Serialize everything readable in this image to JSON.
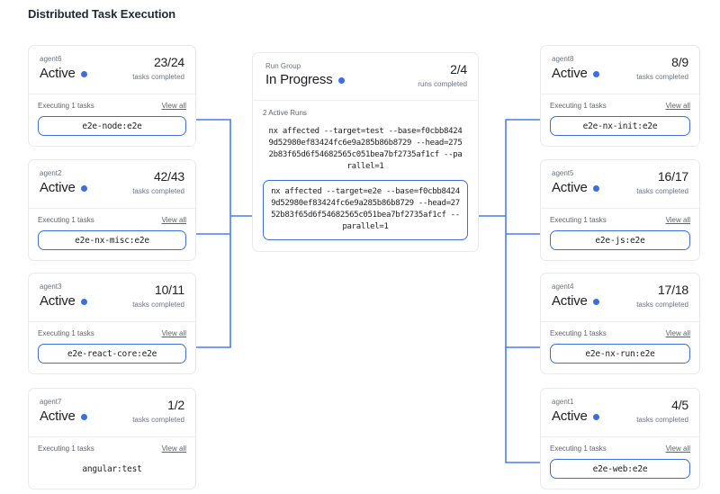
{
  "page": {
    "title": "Distributed Task Execution"
  },
  "theme": {
    "accent": "#3b6fe0",
    "border": "#e8eaed",
    "text": "#202124",
    "muted": "#6b7280"
  },
  "labels": {
    "executing": "Executing 1 tasks",
    "view_all": "View all",
    "tasks_completed": "tasks completed",
    "runs_completed": "runs completed",
    "status_active": "Active"
  },
  "run_group": {
    "label": "Run Group",
    "status": "In Progress",
    "count": "2/4",
    "count_label": "runs completed",
    "active_runs_label": "2 Active Runs",
    "runs": [
      {
        "command": "nx affected --target=test --base=f0cbb84249d52980ef83424fc6e9a285b86b8729 --head=2752b83f65d6f54682565c051bea7bf2735af1cf --parallel=1",
        "active": false
      },
      {
        "command": "nx affected --target=e2e --base=f0cbb84249d52980ef83424fc6e9a285b86b8729 --head=2752b83f65d6f54682565c051bea7bf2735af1cf --parallel=1",
        "active": true
      }
    ]
  },
  "left_agents": [
    {
      "name": "agent6",
      "status": "Active",
      "count": "23/24",
      "count_label": "tasks completed",
      "executing": "Executing 1 tasks",
      "view_all": "View all",
      "task": "e2e-node:e2e",
      "connected": true
    },
    {
      "name": "agent2",
      "status": "Active",
      "count": "42/43",
      "count_label": "tasks completed",
      "executing": "Executing 1 tasks",
      "view_all": "View all",
      "task": "e2e-nx-misc:e2e",
      "connected": true
    },
    {
      "name": "agent3",
      "status": "Active",
      "count": "10/11",
      "count_label": "tasks completed",
      "executing": "Executing 1 tasks",
      "view_all": "View all",
      "task": "e2e-react-core:e2e",
      "connected": true
    },
    {
      "name": "agent7",
      "status": "Active",
      "count": "1/2",
      "count_label": "tasks completed",
      "executing": "Executing 1 tasks",
      "view_all": "View all",
      "task": "angular:test",
      "connected": false
    }
  ],
  "right_agents": [
    {
      "name": "agent8",
      "status": "Active",
      "count": "8/9",
      "count_label": "tasks completed",
      "executing": "Executing 1 tasks",
      "view_all": "View all",
      "task": "e2e-nx-init:e2e",
      "connected": true
    },
    {
      "name": "agent5",
      "status": "Active",
      "count": "16/17",
      "count_label": "tasks completed",
      "executing": "Executing 1 tasks",
      "view_all": "View all",
      "task": "e2e-js:e2e",
      "connected": true
    },
    {
      "name": "agent4",
      "status": "Active",
      "count": "17/18",
      "count_label": "tasks completed",
      "executing": "Executing 1 tasks",
      "view_all": "View all",
      "task": "e2e-nx-run:e2e",
      "connected": true
    },
    {
      "name": "agent1",
      "status": "Active",
      "count": "4/5",
      "count_label": "tasks completed",
      "executing": "Executing 1 tasks",
      "view_all": "View all",
      "task": "e2e-web:e2e",
      "connected": true
    }
  ]
}
